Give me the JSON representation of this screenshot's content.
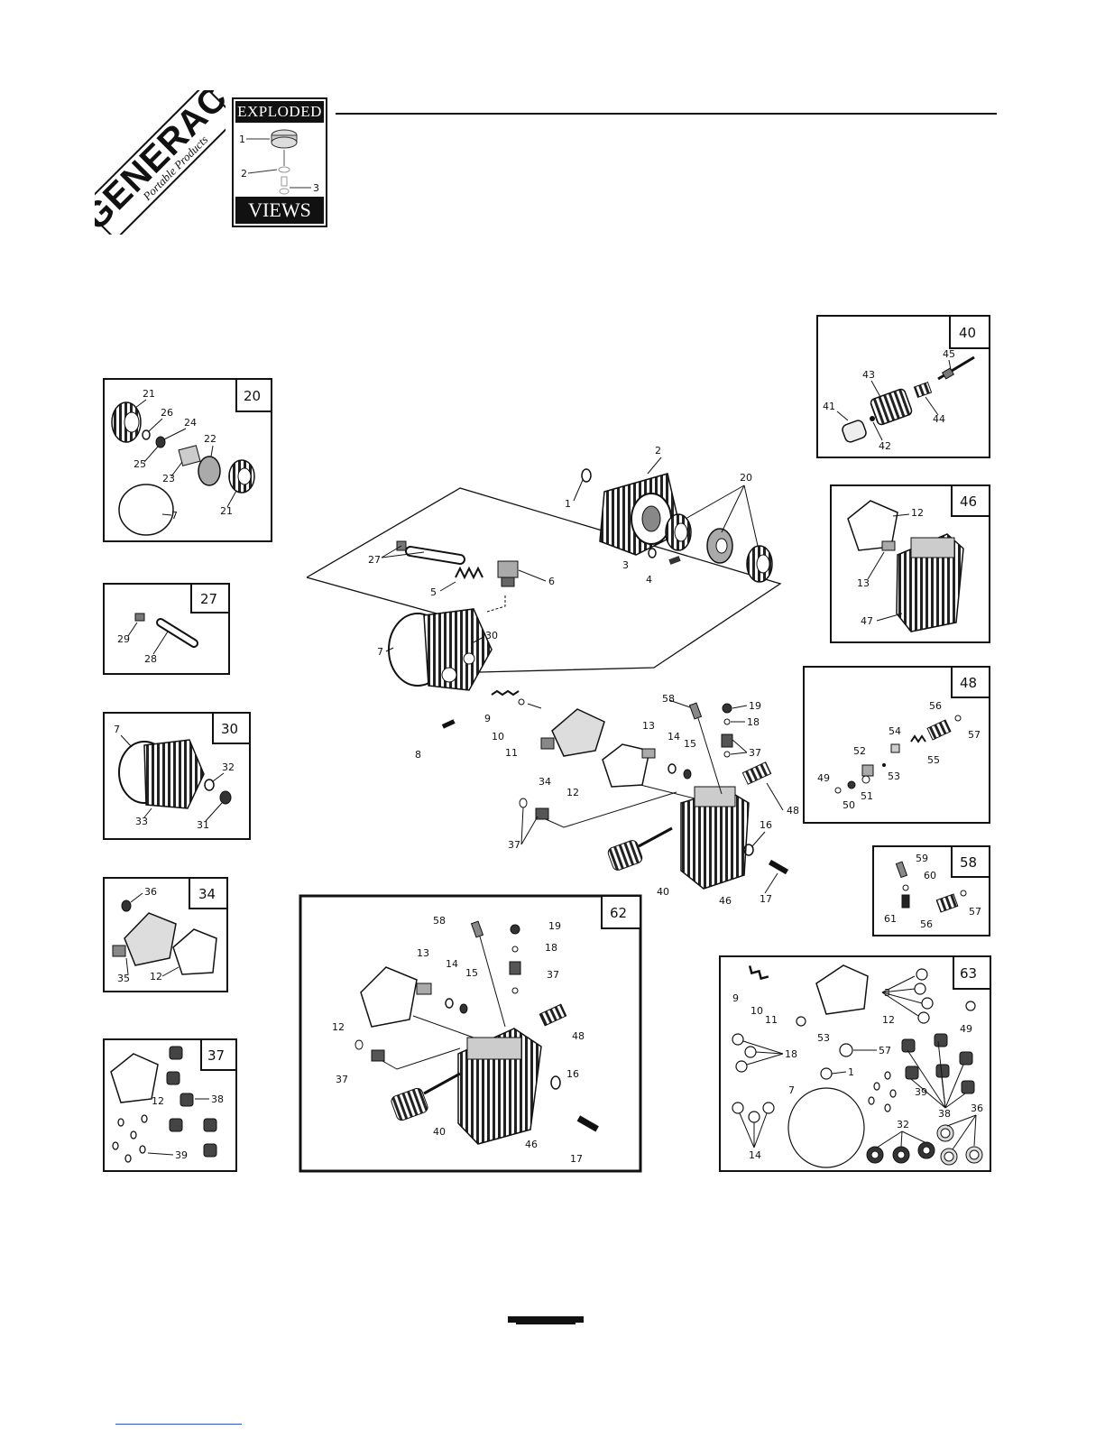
{
  "brand": {
    "logo_text": "GENERAC",
    "tagline": "Portable Products"
  },
  "exploded_views_logo": {
    "top_label": "EXPLODED",
    "bottom_label": "VIEWS",
    "callouts": [
      "1",
      "2",
      "3"
    ]
  },
  "main_assembly_callouts": [
    "1",
    "2",
    "3",
    "4",
    "5",
    "6",
    "7",
    "8",
    "9",
    "10",
    "11",
    "12",
    "13",
    "14",
    "15",
    "16",
    "17",
    "18",
    "19",
    "20",
    "27",
    "30",
    "34",
    "37",
    "40",
    "46",
    "48",
    "58"
  ],
  "kits": [
    {
      "number": "20",
      "callouts": [
        "21",
        "26",
        "24",
        "25",
        "23",
        "22",
        "21",
        "7"
      ]
    },
    {
      "number": "27",
      "callouts": [
        "29",
        "28"
      ]
    },
    {
      "number": "30",
      "callouts": [
        "7",
        "32",
        "33",
        "31"
      ]
    },
    {
      "number": "34",
      "callouts": [
        "36",
        "35",
        "12"
      ]
    },
    {
      "number": "37",
      "callouts": [
        "12",
        "38",
        "39"
      ]
    },
    {
      "number": "40",
      "callouts": [
        "45",
        "43",
        "44",
        "41",
        "42"
      ]
    },
    {
      "number": "46",
      "callouts": [
        "12",
        "13",
        "47"
      ]
    },
    {
      "number": "48",
      "callouts": [
        "56",
        "57",
        "54",
        "55",
        "52",
        "53",
        "49",
        "50",
        "51"
      ]
    },
    {
      "number": "58",
      "callouts": [
        "59",
        "60",
        "61",
        "56",
        "57"
      ]
    },
    {
      "number": "62",
      "callouts": [
        "58",
        "19",
        "18",
        "13",
        "14",
        "15",
        "37",
        "12",
        "48",
        "37",
        "16",
        "40",
        "46",
        "17"
      ]
    },
    {
      "number": "63",
      "callouts": [
        "9",
        "10",
        "11",
        "12",
        "3",
        "49",
        "53",
        "18",
        "57",
        "1",
        "7",
        "39",
        "38",
        "36",
        "32",
        "14"
      ]
    }
  ]
}
